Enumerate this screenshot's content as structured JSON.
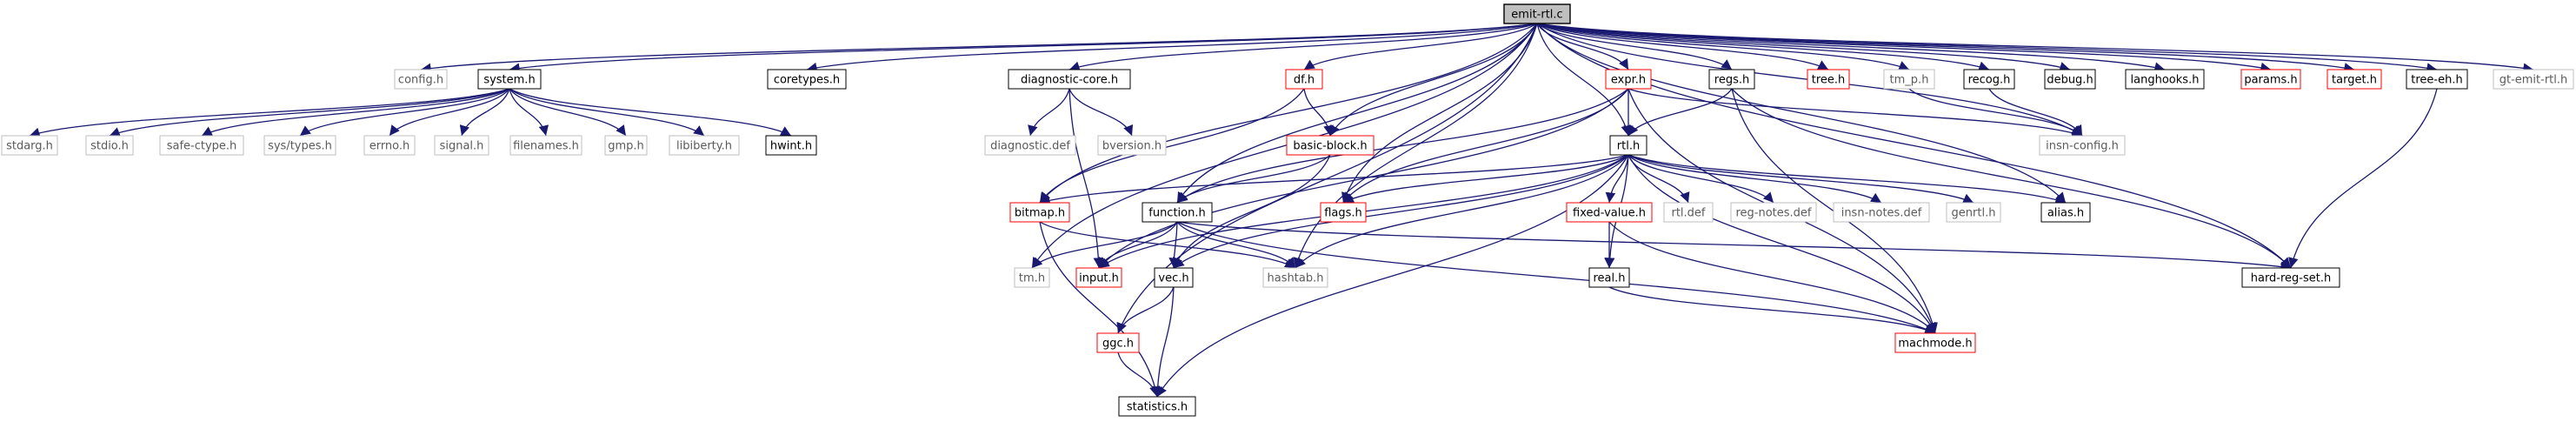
{
  "diagram": {
    "kind": "include-dependency-graph",
    "colors": {
      "edge": "#191970",
      "box_black": "#000000",
      "box_red": "#ff0000",
      "box_gray": "#bfbfbf",
      "root_fill": "#bfbfbf"
    },
    "nodes": [
      {
        "id": "emit-rtl-c",
        "label": "emit-rtl.c",
        "style": "root"
      },
      {
        "id": "config-h",
        "label": "config.h",
        "style": "gray"
      },
      {
        "id": "system-h",
        "label": "system.h",
        "style": "black"
      },
      {
        "id": "coretypes-h",
        "label": "coretypes.h",
        "style": "black"
      },
      {
        "id": "diagnostic-core-h",
        "label": "diagnostic-core.h",
        "style": "black"
      },
      {
        "id": "df-h",
        "label": "df.h",
        "style": "red"
      },
      {
        "id": "expr-h",
        "label": "expr.h",
        "style": "red"
      },
      {
        "id": "regs-h",
        "label": "regs.h",
        "style": "black"
      },
      {
        "id": "tree-h",
        "label": "tree.h",
        "style": "red"
      },
      {
        "id": "tm_p-h",
        "label": "tm_p.h",
        "style": "gray"
      },
      {
        "id": "recog-h",
        "label": "recog.h",
        "style": "black"
      },
      {
        "id": "debug-h",
        "label": "debug.h",
        "style": "black"
      },
      {
        "id": "langhooks-h",
        "label": "langhooks.h",
        "style": "black"
      },
      {
        "id": "params-h",
        "label": "params.h",
        "style": "red"
      },
      {
        "id": "target-h",
        "label": "target.h",
        "style": "red"
      },
      {
        "id": "tree-eh-h",
        "label": "tree-eh.h",
        "style": "black"
      },
      {
        "id": "gt-emit-rtl-h",
        "label": "gt-emit-rtl.h",
        "style": "gray"
      },
      {
        "id": "stdarg-h",
        "label": "stdarg.h",
        "style": "gray"
      },
      {
        "id": "stdio-h",
        "label": "stdio.h",
        "style": "gray"
      },
      {
        "id": "safe-ctype-h",
        "label": "safe-ctype.h",
        "style": "gray"
      },
      {
        "id": "sys-types-h",
        "label": "sys/types.h",
        "style": "gray"
      },
      {
        "id": "errno-h",
        "label": "errno.h",
        "style": "gray"
      },
      {
        "id": "signal-h",
        "label": "signal.h",
        "style": "gray"
      },
      {
        "id": "filenames-h",
        "label": "filenames.h",
        "style": "gray"
      },
      {
        "id": "gmp-h",
        "label": "gmp.h",
        "style": "gray"
      },
      {
        "id": "libiberty-h",
        "label": "libiberty.h",
        "style": "gray"
      },
      {
        "id": "hwint-h",
        "label": "hwint.h",
        "style": "black"
      },
      {
        "id": "diagnostic-def",
        "label": "diagnostic.def",
        "style": "gray"
      },
      {
        "id": "bversion-h",
        "label": "bversion.h",
        "style": "gray"
      },
      {
        "id": "basic-block-h",
        "label": "basic-block.h",
        "style": "red"
      },
      {
        "id": "rtl-h",
        "label": "rtl.h",
        "style": "black"
      },
      {
        "id": "insn-config-h",
        "label": "insn-config.h",
        "style": "gray"
      },
      {
        "id": "bitmap-h",
        "label": "bitmap.h",
        "style": "red"
      },
      {
        "id": "function-h",
        "label": "function.h",
        "style": "black"
      },
      {
        "id": "flags-h",
        "label": "flags.h",
        "style": "red"
      },
      {
        "id": "fixed-value-h",
        "label": "fixed-value.h",
        "style": "red"
      },
      {
        "id": "rtl-def",
        "label": "rtl.def",
        "style": "gray"
      },
      {
        "id": "reg-notes-def",
        "label": "reg-notes.def",
        "style": "gray"
      },
      {
        "id": "insn-notes-def",
        "label": "insn-notes.def",
        "style": "gray"
      },
      {
        "id": "genrtl-h",
        "label": "genrtl.h",
        "style": "gray"
      },
      {
        "id": "alias-h",
        "label": "alias.h",
        "style": "black"
      },
      {
        "id": "tm-h",
        "label": "tm.h",
        "style": "gray"
      },
      {
        "id": "input-h",
        "label": "input.h",
        "style": "red"
      },
      {
        "id": "vec-h",
        "label": "vec.h",
        "style": "black"
      },
      {
        "id": "hashtab-h",
        "label": "hashtab.h",
        "style": "gray"
      },
      {
        "id": "real-h",
        "label": "real.h",
        "style": "black"
      },
      {
        "id": "hard-reg-set-h",
        "label": "hard-reg-set.h",
        "style": "black"
      },
      {
        "id": "ggc-h",
        "label": "ggc.h",
        "style": "red"
      },
      {
        "id": "machmode-h",
        "label": "machmode.h",
        "style": "red"
      },
      {
        "id": "statistics-h",
        "label": "statistics.h",
        "style": "black"
      }
    ],
    "edges": [
      [
        "emit-rtl-c",
        "config-h"
      ],
      [
        "emit-rtl-c",
        "system-h"
      ],
      [
        "emit-rtl-c",
        "coretypes-h"
      ],
      [
        "emit-rtl-c",
        "diagnostic-core-h"
      ],
      [
        "emit-rtl-c",
        "df-h"
      ],
      [
        "emit-rtl-c",
        "expr-h"
      ],
      [
        "emit-rtl-c",
        "regs-h"
      ],
      [
        "emit-rtl-c",
        "tree-h"
      ],
      [
        "emit-rtl-c",
        "tm_p-h"
      ],
      [
        "emit-rtl-c",
        "recog-h"
      ],
      [
        "emit-rtl-c",
        "debug-h"
      ],
      [
        "emit-rtl-c",
        "langhooks-h"
      ],
      [
        "emit-rtl-c",
        "params-h"
      ],
      [
        "emit-rtl-c",
        "target-h"
      ],
      [
        "emit-rtl-c",
        "tree-eh-h"
      ],
      [
        "emit-rtl-c",
        "gt-emit-rtl-h"
      ],
      [
        "emit-rtl-c",
        "rtl-h"
      ],
      [
        "emit-rtl-c",
        "basic-block-h"
      ],
      [
        "emit-rtl-c",
        "bitmap-h"
      ],
      [
        "emit-rtl-c",
        "function-h"
      ],
      [
        "emit-rtl-c",
        "ggc-h"
      ],
      [
        "emit-rtl-c",
        "tm-h"
      ],
      [
        "emit-rtl-c",
        "hashtab-h"
      ],
      [
        "emit-rtl-c",
        "insn-config-h"
      ],
      [
        "emit-rtl-c",
        "alias-h"
      ],
      [
        "emit-rtl-c",
        "hard-reg-set-h"
      ],
      [
        "emit-rtl-c",
        "flags-h"
      ],
      [
        "system-h",
        "stdarg-h"
      ],
      [
        "system-h",
        "stdio-h"
      ],
      [
        "system-h",
        "safe-ctype-h"
      ],
      [
        "system-h",
        "sys-types-h"
      ],
      [
        "system-h",
        "errno-h"
      ],
      [
        "system-h",
        "signal-h"
      ],
      [
        "system-h",
        "filenames-h"
      ],
      [
        "system-h",
        "gmp-h"
      ],
      [
        "system-h",
        "libiberty-h"
      ],
      [
        "system-h",
        "hwint-h"
      ],
      [
        "diagnostic-core-h",
        "diagnostic-def"
      ],
      [
        "diagnostic-core-h",
        "bversion-h"
      ],
      [
        "diagnostic-core-h",
        "input-h"
      ],
      [
        "df-h",
        "basic-block-h"
      ],
      [
        "df-h",
        "bitmap-h"
      ],
      [
        "basic-block-h",
        "function-h"
      ],
      [
        "basic-block-h",
        "vec-h"
      ],
      [
        "expr-h",
        "rtl-h"
      ],
      [
        "expr-h",
        "flags-h"
      ],
      [
        "expr-h",
        "function-h"
      ],
      [
        "expr-h",
        "insn-config-h"
      ],
      [
        "expr-h",
        "machmode-h"
      ],
      [
        "expr-h",
        "input-h"
      ],
      [
        "regs-h",
        "rtl-h"
      ],
      [
        "regs-h",
        "hard-reg-set-h"
      ],
      [
        "regs-h",
        "machmode-h"
      ],
      [
        "rtl-h",
        "flags-h"
      ],
      [
        "rtl-h",
        "input-h"
      ],
      [
        "rtl-h",
        "vec-h"
      ],
      [
        "rtl-h",
        "hashtab-h"
      ],
      [
        "rtl-h",
        "fixed-value-h"
      ],
      [
        "rtl-h",
        "rtl-def"
      ],
      [
        "rtl-h",
        "reg-notes-def"
      ],
      [
        "rtl-h",
        "insn-notes-def"
      ],
      [
        "rtl-h",
        "genrtl-h"
      ],
      [
        "rtl-h",
        "alias-h"
      ],
      [
        "rtl-h",
        "real-h"
      ],
      [
        "rtl-h",
        "machmode-h"
      ],
      [
        "rtl-h",
        "statistics-h"
      ],
      [
        "rtl-h",
        "bitmap-h"
      ],
      [
        "bitmap-h",
        "hashtab-h"
      ],
      [
        "bitmap-h",
        "statistics-h"
      ],
      [
        "function-h",
        "tm-h"
      ],
      [
        "function-h",
        "input-h"
      ],
      [
        "function-h",
        "vec-h"
      ],
      [
        "function-h",
        "hashtab-h"
      ],
      [
        "function-h",
        "hard-reg-set-h"
      ],
      [
        "function-h",
        "machmode-h"
      ],
      [
        "fixed-value-h",
        "real-h"
      ],
      [
        "fixed-value-h",
        "machmode-h"
      ],
      [
        "real-h",
        "machmode-h"
      ],
      [
        "vec-h",
        "ggc-h"
      ],
      [
        "vec-h",
        "statistics-h"
      ],
      [
        "ggc-h",
        "statistics-h"
      ],
      [
        "tm_p-h",
        "insn-config-h"
      ],
      [
        "recog-h",
        "insn-config-h"
      ],
      [
        "tree-eh-h",
        "hard-reg-set-h"
      ]
    ]
  }
}
